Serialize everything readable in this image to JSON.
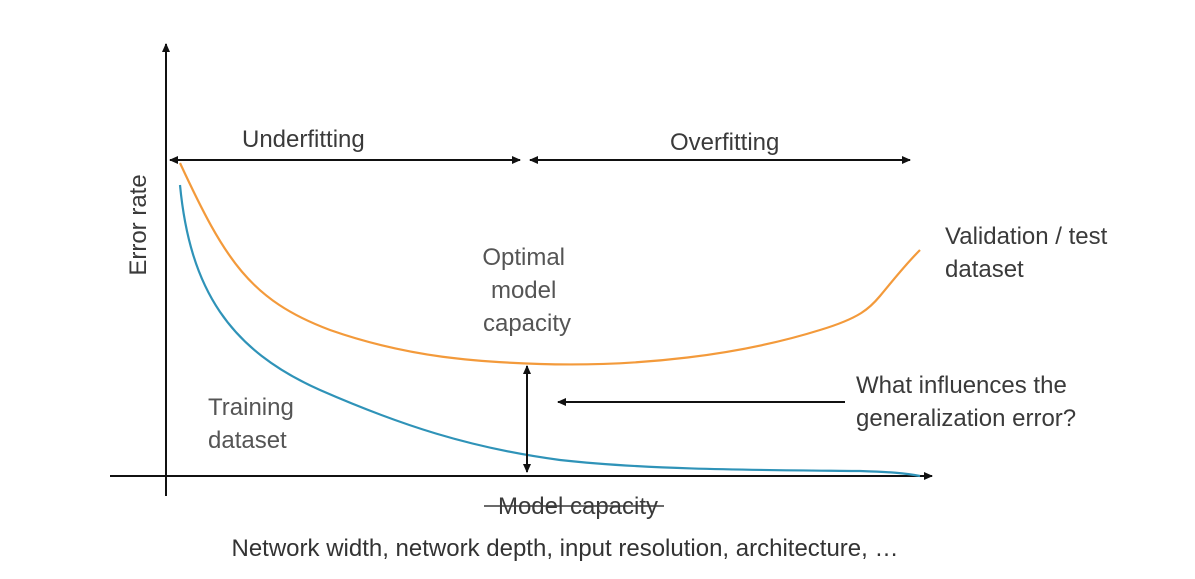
{
  "axes": {
    "y_label": "Error rate",
    "x_label_struck": "Model capacity",
    "x_sublabel": "Network width, network depth, input resolution, architecture, …"
  },
  "regions": {
    "underfitting": "Underfitting",
    "overfitting": "Overfitting"
  },
  "annotations": {
    "optimal": [
      "Optimal",
      "model",
      "capacity"
    ],
    "question": [
      "What influences the",
      "generalization error?"
    ]
  },
  "curves": {
    "validation": {
      "label": [
        "Validation / test",
        "dataset"
      ],
      "color": "#f39a3b"
    },
    "training": {
      "label": [
        "Training",
        "dataset"
      ],
      "color": "#2f93b8"
    }
  }
}
